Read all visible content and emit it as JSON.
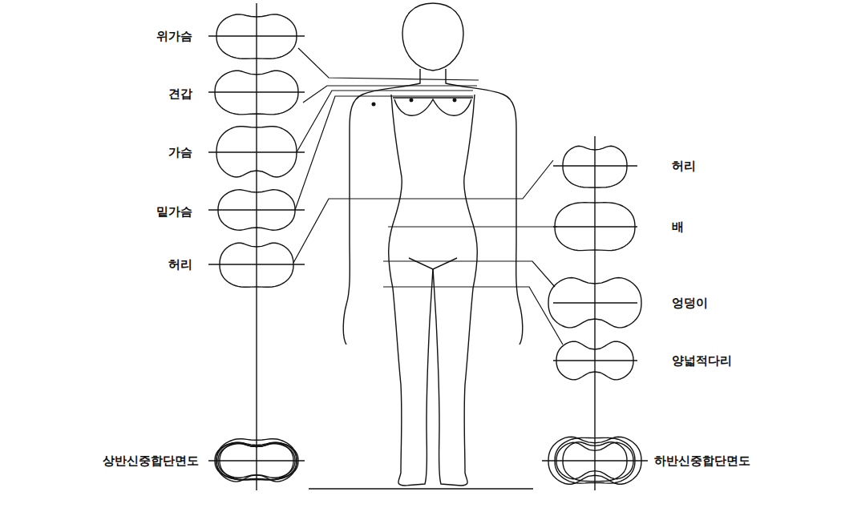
{
  "diagram": {
    "labels": [
      "위가슴",
      "견갑",
      "가슴",
      "밑가슴",
      "허리",
      "상반신중합단면도",
      "허리",
      "배",
      "엉덩이",
      "양넓적다리",
      "하반신중합단면도"
    ]
  }
}
